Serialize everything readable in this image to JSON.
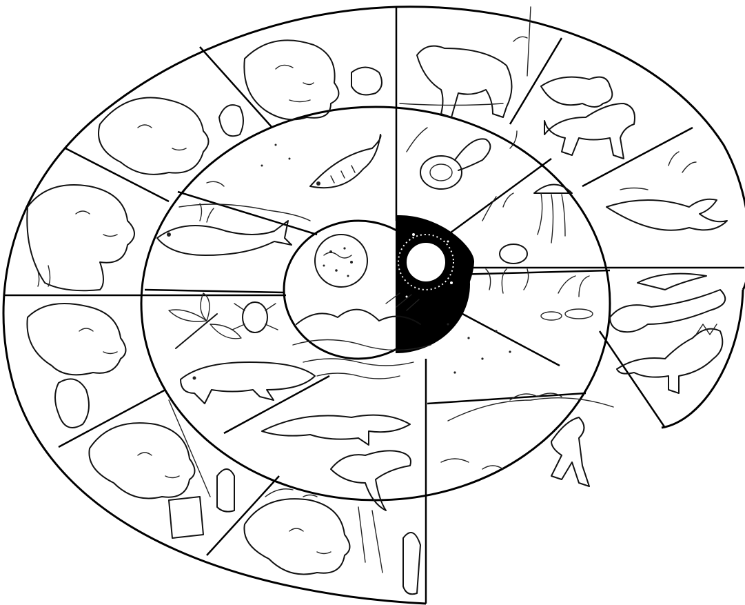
{
  "diagram": {
    "kind": "evolution-spiral",
    "colors": {
      "ink": "#000000",
      "paper": "#ffffff",
      "bigbang": "#000000"
    },
    "center": [
      "big-bang",
      "molten-earth"
    ],
    "inner_ring": [
      "early-oceans",
      "primordial-landscape"
    ],
    "middle_ring": [
      "primitive-fish",
      "marine-life-fossil",
      "jellyfish-sea-life",
      "sea-plants",
      "empty-sea",
      "early-fish-shoreline",
      "insects-dragonfly",
      "amphibian",
      "reptiles"
    ],
    "outer_ring": [
      "early-primate-head",
      "ape-walking",
      "small-mammals",
      "dinosaur-skeleton-landscape",
      "pterosaur-and-dinosaurs",
      "dinosaur-landscape",
      "hominid-head",
      "early-human-head",
      "homo-erectus-with-tools",
      "neanderthal-with-tools",
      "cro-magnon-with-tools"
    ]
  }
}
